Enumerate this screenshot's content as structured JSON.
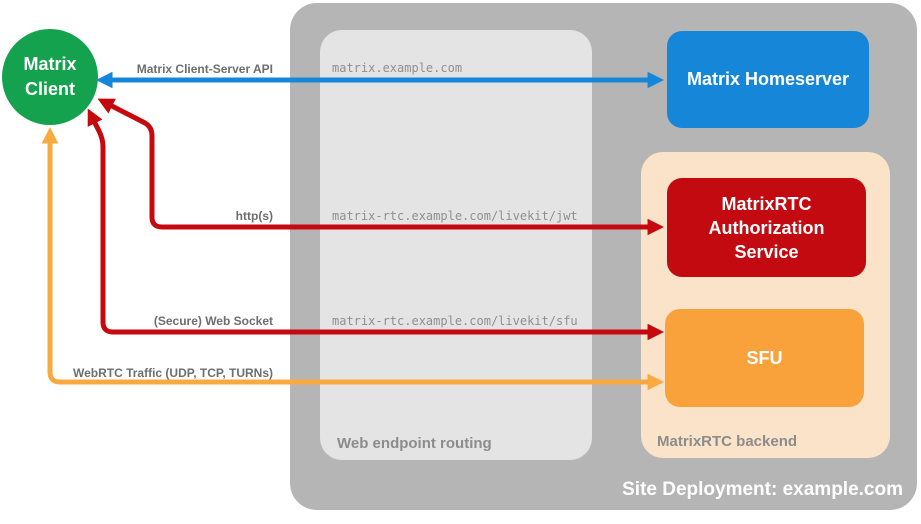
{
  "client": {
    "label": "Matrix Client",
    "color": "#14A24E",
    "text_color": "#FFFFFF"
  },
  "site": {
    "label": "Site Deployment: example.com",
    "bg": "#B5B5B5",
    "label_color": "#FFFFFF"
  },
  "routing_panel": {
    "label": "Web endpoint routing",
    "bg": "#E4E4E4",
    "label_color": "#8C8C8C",
    "route_text_color": "#8F8F8F",
    "routes": [
      "matrix.example.com",
      "matrix-rtc.example.com/livekit/jwt",
      "matrix-rtc.example.com/livekit/sfu"
    ]
  },
  "backend_panel": {
    "label": "MatrixRTC backend",
    "bg": "#FBE3C9",
    "label_color": "#8C8C8C"
  },
  "nodes": {
    "homeserver": {
      "label": "Matrix Homeserver",
      "color": "#1687D8"
    },
    "auth_service": {
      "label": "MatrixRTC Authorization Service",
      "color": "#C30A10"
    },
    "sfu": {
      "label": "SFU",
      "color": "#F9A23C"
    }
  },
  "connections": [
    {
      "label": "Matrix Client-Server API",
      "color": "#1687D8",
      "from": "Matrix Client",
      "to": "Matrix Homeserver",
      "via": "matrix.example.com",
      "bidirectional": true
    },
    {
      "label": "http(s)",
      "color": "#C5090E",
      "from": "Matrix Client",
      "to": "MatrixRTC Authorization Service",
      "via": "matrix-rtc.example.com/livekit/jwt",
      "bidirectional": true
    },
    {
      "label": "(Secure) Web Socket",
      "color": "#C5090E",
      "from": "Matrix Client",
      "to": "SFU",
      "via": "matrix-rtc.example.com/livekit/sfu",
      "bidirectional": true
    },
    {
      "label": "WebRTC Traffic (UDP, TCP, TURNs)",
      "color": "#F8A93F",
      "from": "Matrix Client",
      "to": "SFU",
      "bidirectional": true
    }
  ],
  "connection_label_color": "#6E6E6E"
}
